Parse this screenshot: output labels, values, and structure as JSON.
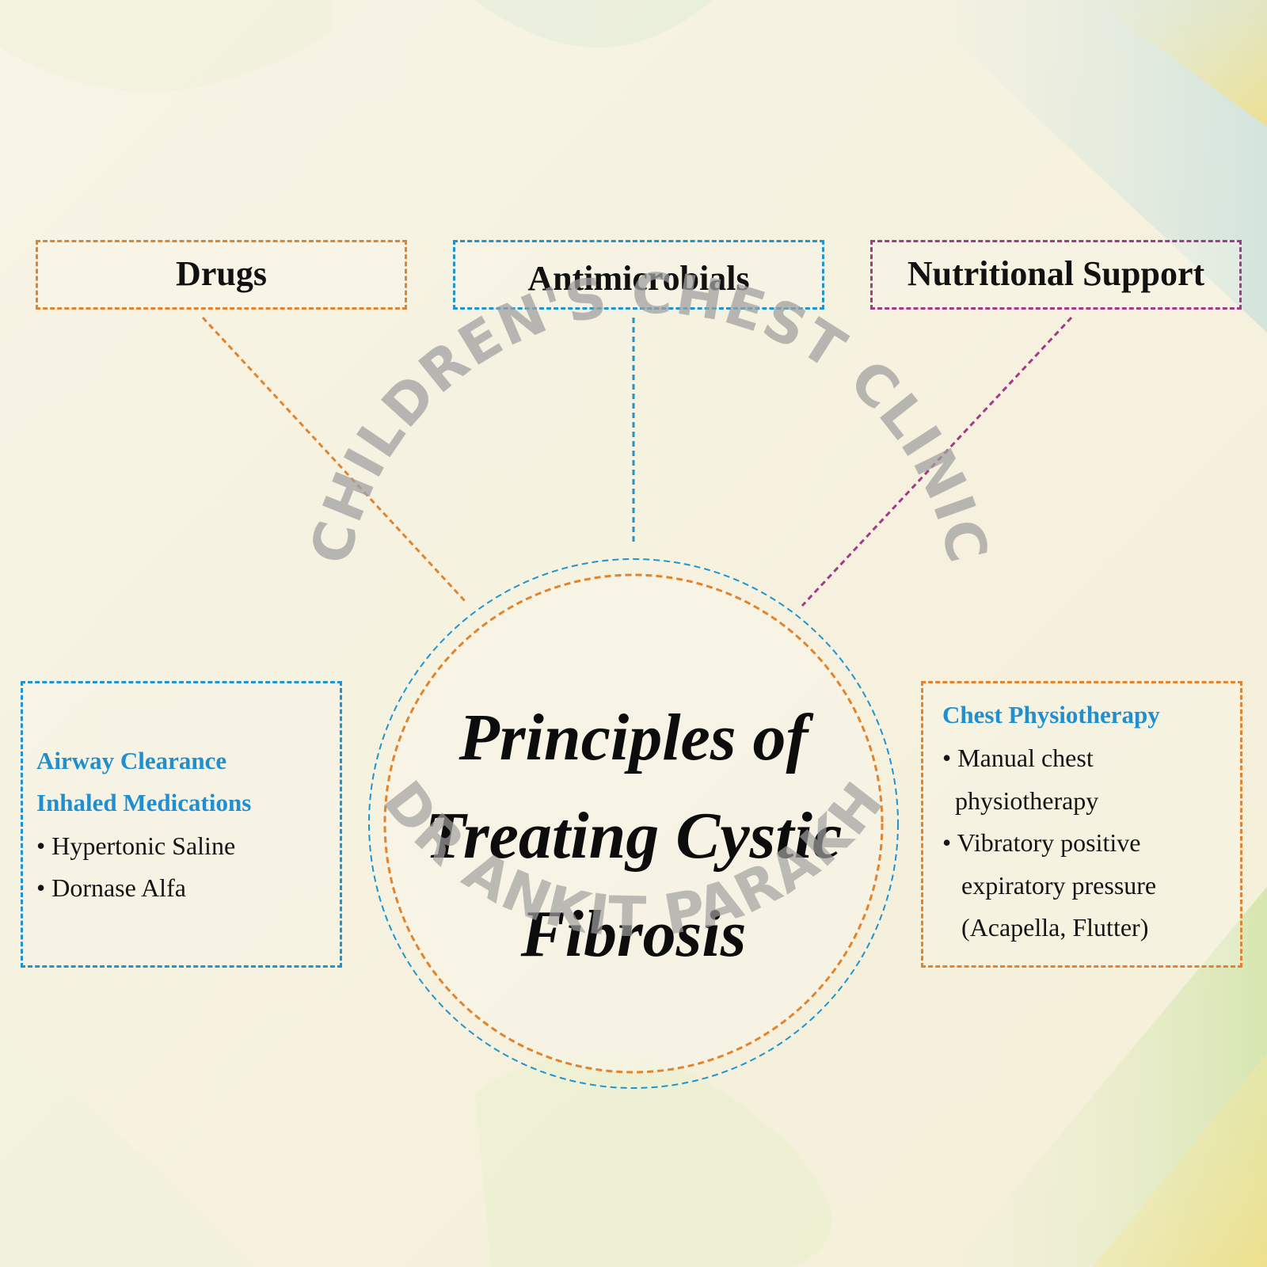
{
  "top_boxes": {
    "drugs": "Drugs",
    "antimicrobials": "Antimicrobials",
    "nutritional_support": "Nutritional Support"
  },
  "center": {
    "line1": "Principles of",
    "line2": "Treating Cystic",
    "line3": "Fibrosis"
  },
  "left_box": {
    "heading1": "Airway Clearance",
    "heading2": "Inhaled Medications",
    "bullets": [
      "• Hypertonic Saline",
      "• Dornase Alfa"
    ]
  },
  "right_box": {
    "heading": "Chest Physiotherapy",
    "lines": [
      "• Manual chest",
      "physiotherapy",
      "• Vibratory positive",
      "expiratory pressure",
      "(Acapella, Flutter)"
    ]
  },
  "watermark": {
    "arc_text": "CHILDREN'S CHEST CLINIC",
    "name_text": "DR ANKIT PARAKH"
  },
  "colors": {
    "orange": "#e2842d",
    "blue": "#1f94cf",
    "purple": "#a23a8a",
    "heading_blue": "#1f8fcf",
    "watermark_gray": "#9e9e9e"
  }
}
